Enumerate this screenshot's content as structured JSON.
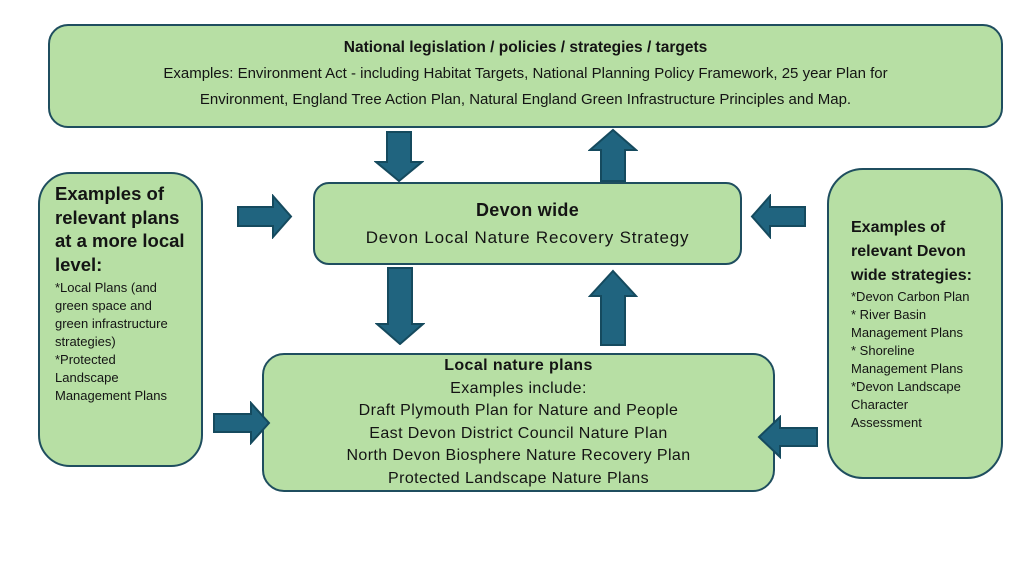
{
  "colors": {
    "box_fill": "#b7dfa4",
    "box_border": "#1f4e5f",
    "arrow_fill": "#20647f",
    "arrow_border": "#154a5e",
    "text": "#141414",
    "background": "#ffffff"
  },
  "boxes": {
    "national": {
      "title": "National legislation / policies / strategies / targets",
      "body": "Examples: Environment Act - including Habitat Targets, National Planning Policy Framework, 25 year Plan for Environment, England Tree Action Plan, Natural England Green Infrastructure Principles and Map."
    },
    "devon_wide": {
      "title": "Devon wide",
      "body": "Devon Local Nature Recovery Strategy"
    },
    "local_nature": {
      "title": "Local nature plans",
      "subtitle": "Examples include:",
      "items": [
        "Draft Plymouth Plan for Nature and People",
        "East Devon District Council Nature Plan",
        "North Devon Biosphere Nature Recovery Plan",
        "Protected Landscape Nature Plans"
      ]
    },
    "local_examples": {
      "heading": "Examples of relevant plans at a more local level:",
      "items": [
        "*Local Plans (and green space and green infrastructure strategies)",
        "*Protected Landscape Management Plans"
      ]
    },
    "devon_examples": {
      "heading": "Examples of relevant Devon wide strategies:",
      "items": [
        "*Devon Carbon Plan",
        "* River Basin Management Plans",
        "* Shoreline Management Plans",
        "*Devon Landscape Character Assessment"
      ]
    }
  }
}
